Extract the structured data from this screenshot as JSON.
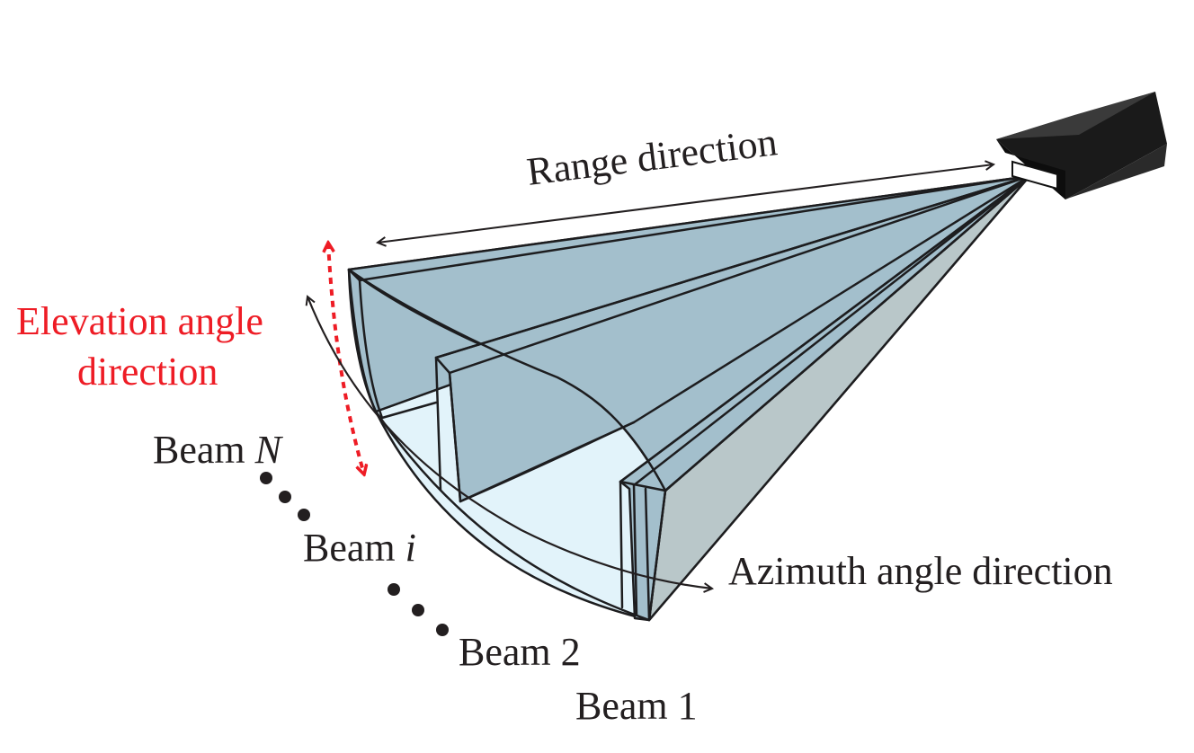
{
  "labels": {
    "range": "Range direction",
    "elevation_line1": "Elevation angle",
    "elevation_line2": "direction",
    "azimuth": "Azimuth angle direction",
    "beam_n_prefix": "Beam ",
    "beam_n_var": "N",
    "beam_i_prefix": "Beam ",
    "beam_i_var": "i",
    "beam_2": "Beam 2",
    "beam_1": "Beam 1"
  },
  "colors": {
    "beam_face": "#a3bfcc",
    "beam_floor": "#e2f3fa",
    "beam_side": "#b9c7c9",
    "elevation_arrow": "#ee1c25",
    "outline": "#1d1d1f",
    "sonar_body": "#111111"
  },
  "icons": {
    "sonar": "sonar-device-icon"
  }
}
